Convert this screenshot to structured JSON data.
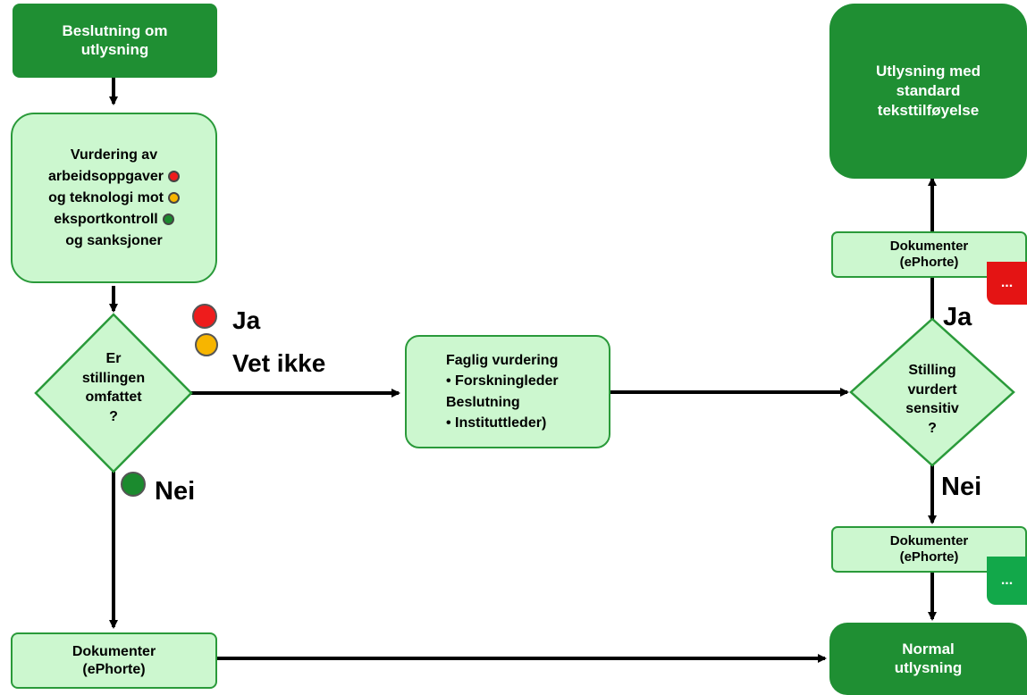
{
  "boxes": {
    "decision": "Beslutning om utlysning",
    "assessment": [
      "Vurdering av",
      "arbeidsoppgaver",
      "og teknologi mot",
      "eksportkontroll",
      "og sanksjoner"
    ],
    "question1": [
      "Er",
      "stillingen",
      "omfattet",
      "?"
    ],
    "faglig": [
      "Faglig vurdering",
      "• Forskningleder",
      "Beslutning",
      "• Instituttleder)"
    ],
    "question2": [
      "Stilling",
      "vurdert",
      "sensitiv",
      "?"
    ],
    "utlysning_standard": [
      "Utlysning med",
      "standard",
      "teksttilføyelse"
    ],
    "doc_top": [
      "Dokumenter",
      "(ePhorte)"
    ],
    "doc_mid": [
      "Dokumenter",
      "(ePhorte)"
    ],
    "doc_bottom": [
      "Dokumenter",
      "(ePhorte)"
    ],
    "normal": [
      "Normal",
      "utlysning"
    ]
  },
  "labels": {
    "ja_left": "Ja",
    "vet_ikke": "Vet ikke",
    "nei_left": "Nei",
    "ja_right": "Ja",
    "nei_right": "Nei",
    "ellipsis_red": "...",
    "ellipsis_green": "..."
  },
  "colors": {
    "dark_green": "#1f8f33",
    "light_green": "#ccf7cf",
    "border_green": "#2a9a3a",
    "red": "#ee1c1c",
    "orange": "#f7b500",
    "green_dot": "#1b8a2e",
    "tab_red": "#e41414",
    "tab_green": "#12a84a"
  }
}
